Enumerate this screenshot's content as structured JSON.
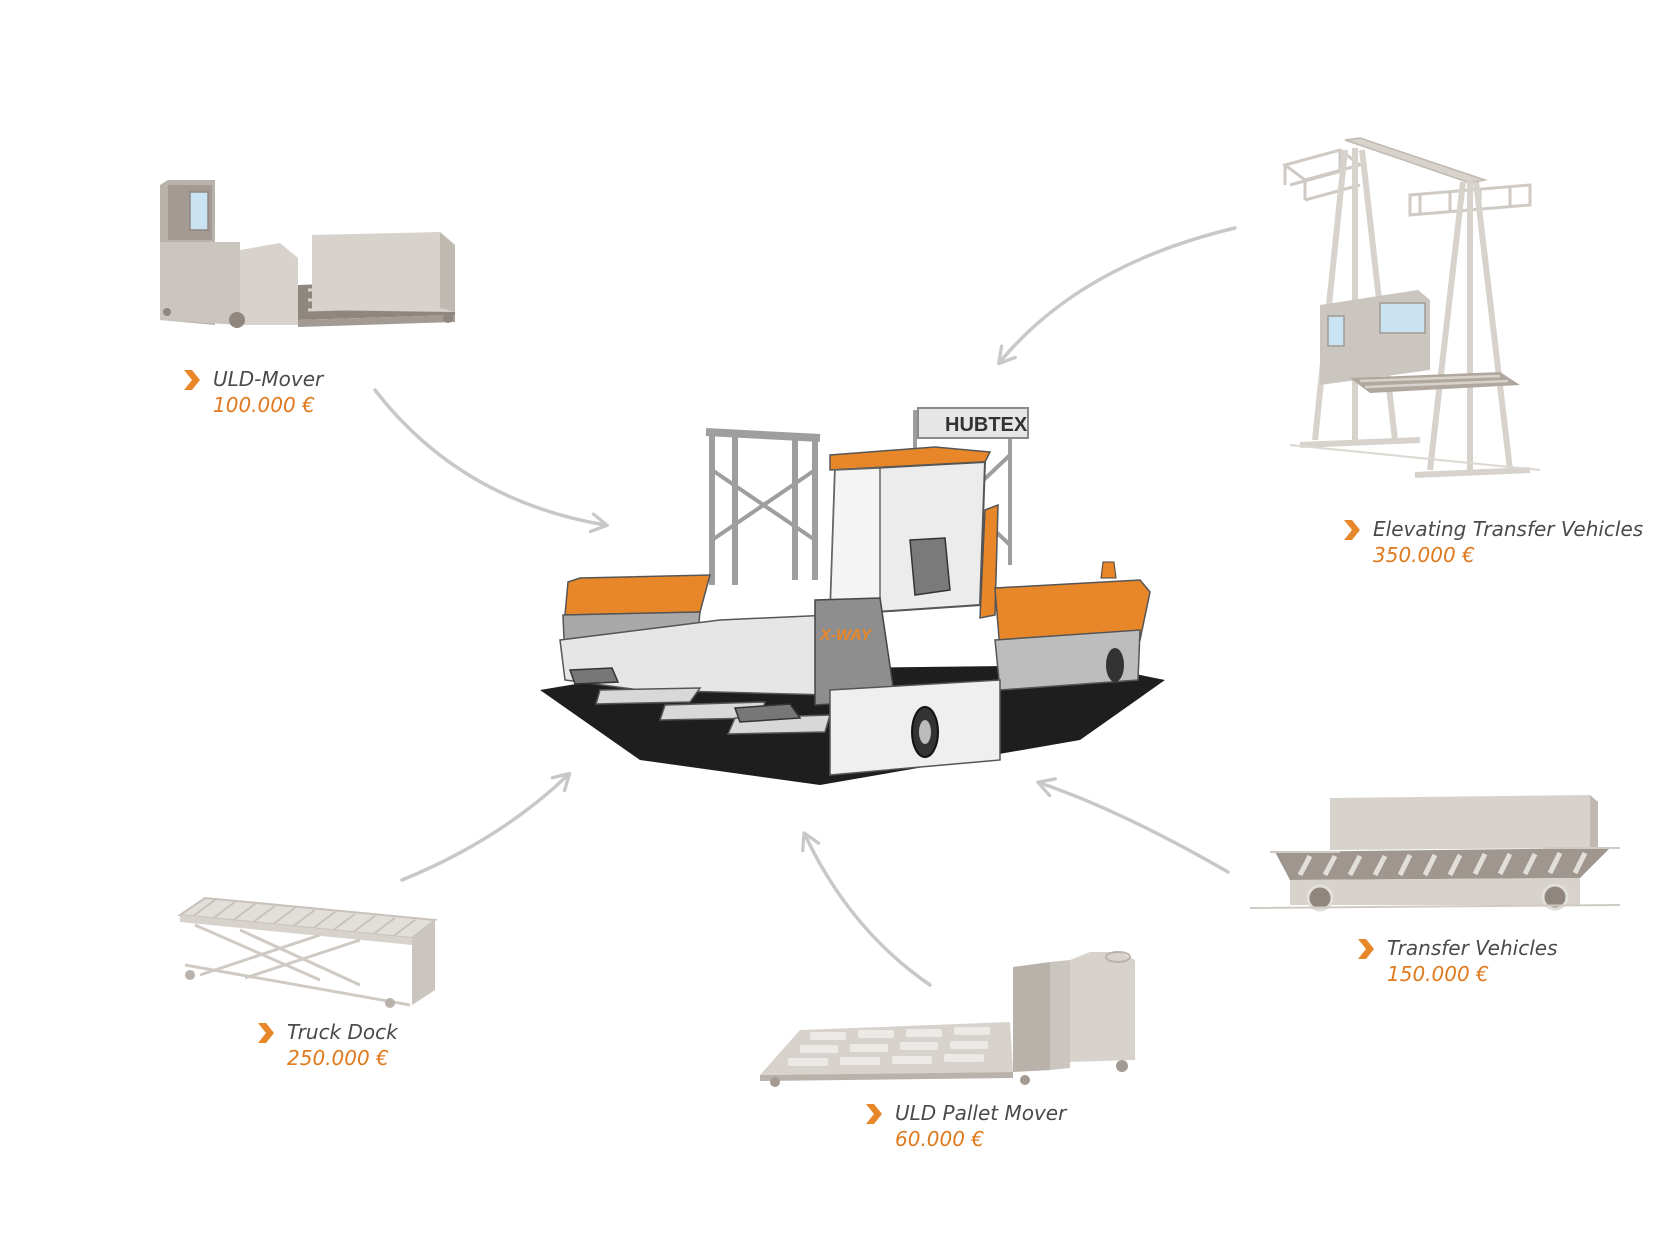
{
  "colors": {
    "accent": "#e8872a",
    "price": "#e07a1e",
    "text": "#4a4a4a",
    "machine_light": "#d7d2cc",
    "machine_mid": "#b9b2ab",
    "machine_dark": "#9f978f",
    "arrow": "#c8c8c8",
    "glass": "#c9e3f3"
  },
  "center": {
    "brand": "HUBTEX",
    "model": "X-WAY"
  },
  "vehicles": [
    {
      "name": "ULD-Mover",
      "price": "100.000 €",
      "icon": "uld-mover-icon"
    },
    {
      "name": "Elevating Transfer Vehicles",
      "price": "350.000 €",
      "icon": "elevating-transfer-vehicle-icon"
    },
    {
      "name": "Transfer Vehicles",
      "price": "150.000 €",
      "icon": "transfer-vehicle-icon"
    },
    {
      "name": "ULD Pallet Mover",
      "price": "60.000 €",
      "icon": "uld-pallet-mover-icon"
    },
    {
      "name": "Truck Dock",
      "price": "250.000 €",
      "icon": "truck-dock-icon"
    }
  ]
}
